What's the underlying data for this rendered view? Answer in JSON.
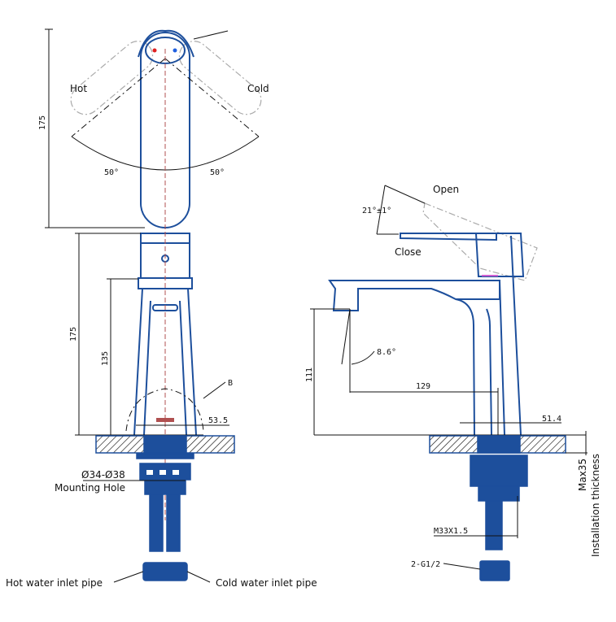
{
  "front_view": {
    "hot_label": "Hot",
    "cold_label": "Cold",
    "angle_left": "50°",
    "angle_right": "50°",
    "height_handle": "175",
    "height_body": "175",
    "height_spout": "135",
    "detail_label": "B",
    "base_width": "53.5",
    "mounting_hole_dim": "Ø34-Ø38",
    "mounting_hole_label": "Mounting Hole",
    "hot_pipe_label": "Hot water inlet pipe",
    "cold_pipe_label": "Cold water inlet pipe"
  },
  "side_view": {
    "open_label": "Open",
    "close_label": "Close",
    "lever_angle": "21°±1°",
    "spout_angle": "8.6°",
    "spout_height": "111",
    "spout_reach": "129",
    "base_dim": "51.4",
    "thread_label": "M33X1.5",
    "inlet_thread": "2-G1/2",
    "max_thickness": "Max35",
    "thickness_label": "Installation thickness"
  },
  "colors": {
    "body": "#1d4f9c",
    "hot": "#e02020",
    "cold": "#2060e0"
  }
}
